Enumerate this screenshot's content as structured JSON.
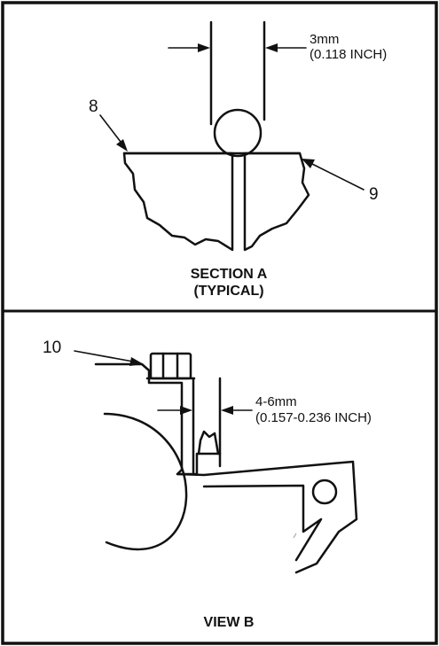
{
  "section_a": {
    "dimension_mm": "3mm",
    "dimension_inch": "(0.118 INCH)",
    "callout_left": "8",
    "callout_right": "9",
    "caption_line1": "SECTION A",
    "caption_line2": "(TYPICAL)"
  },
  "view_b": {
    "callout": "10",
    "dimension_mm": "4-6mm",
    "dimension_inch": "(0.157-0.236 INCH)",
    "caption": "VIEW B"
  }
}
